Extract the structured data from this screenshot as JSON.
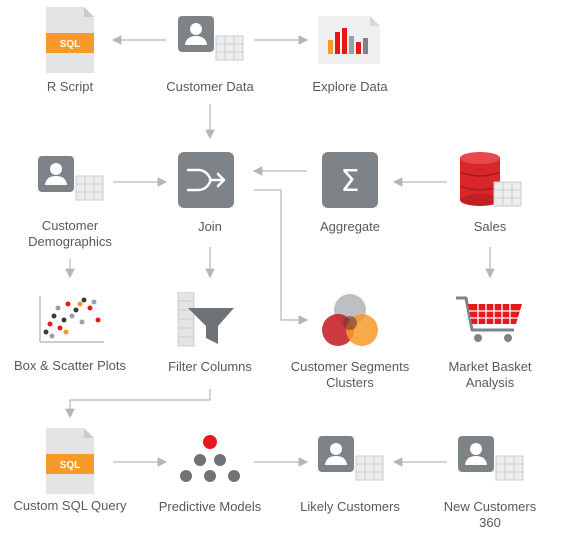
{
  "colors": {
    "arrow": "#b3b6b9",
    "icon_gray": "#7e8388",
    "sql_orange": "#f79a2a",
    "sales_red": "#d9262b",
    "accent_red": "#e5191c"
  },
  "nodes": {
    "r_script": {
      "label": "R Script",
      "icon": "sql-file-icon",
      "badge": "SQL"
    },
    "customer_data": {
      "label": "Customer Data",
      "icon": "user-table-icon"
    },
    "explore_data": {
      "label": "Explore Data",
      "icon": "bar-chart-icon"
    },
    "customer_demographics": {
      "label": "Customer\nDemographics",
      "icon": "user-table-icon"
    },
    "join": {
      "label": "Join",
      "icon": "join-icon"
    },
    "aggregate": {
      "label": "Aggregate",
      "icon": "sigma-icon",
      "symbol": "Σ"
    },
    "sales": {
      "label": "Sales",
      "icon": "database-icon"
    },
    "box_scatter": {
      "label": "Box & Scatter Plots",
      "icon": "scatter-plot-icon"
    },
    "filter_columns": {
      "label": "Filter Columns",
      "icon": "filter-icon"
    },
    "customer_segments": {
      "label": "Customer Segments\nClusters",
      "icon": "venn-icon"
    },
    "market_basket": {
      "label": "Market Basket\nAnalysis",
      "icon": "cart-icon"
    },
    "custom_sql": {
      "label": "Custom SQL Query",
      "icon": "sql-file-icon",
      "badge": "SQL"
    },
    "predictive_models": {
      "label": "Predictive Models",
      "icon": "tree-icon"
    },
    "likely_customers": {
      "label": "Likely Customers",
      "icon": "user-table-icon"
    },
    "new_customers": {
      "label": "New Customers\n360",
      "icon": "user-table-icon"
    }
  }
}
